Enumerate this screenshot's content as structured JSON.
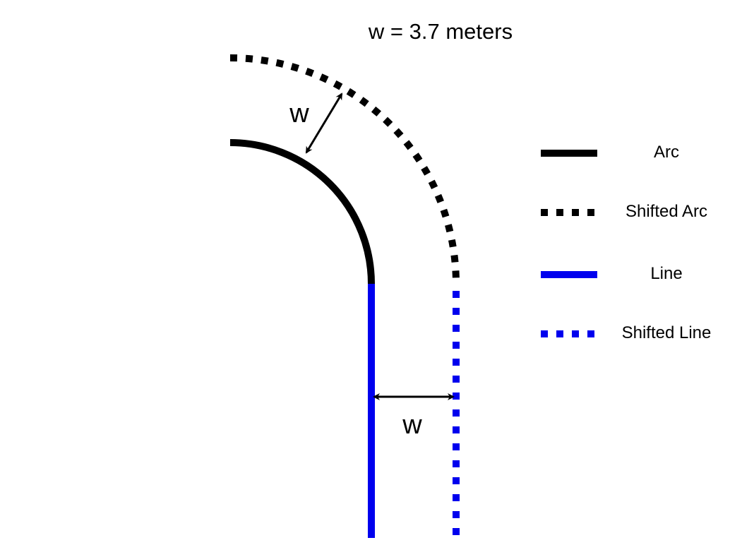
{
  "title": "w = 3.7 meters",
  "width_label_arc": "w",
  "width_label_line": "w",
  "legend": {
    "items": [
      {
        "label": "Arc",
        "style": "solid",
        "color": "#000000"
      },
      {
        "label": "Shifted Arc",
        "style": "dotted",
        "color": "#000000"
      },
      {
        "label": "Line",
        "style": "solid",
        "color": "#0000ee"
      },
      {
        "label": "Shifted Line",
        "style": "dotted",
        "color": "#0000ee"
      }
    ]
  }
}
